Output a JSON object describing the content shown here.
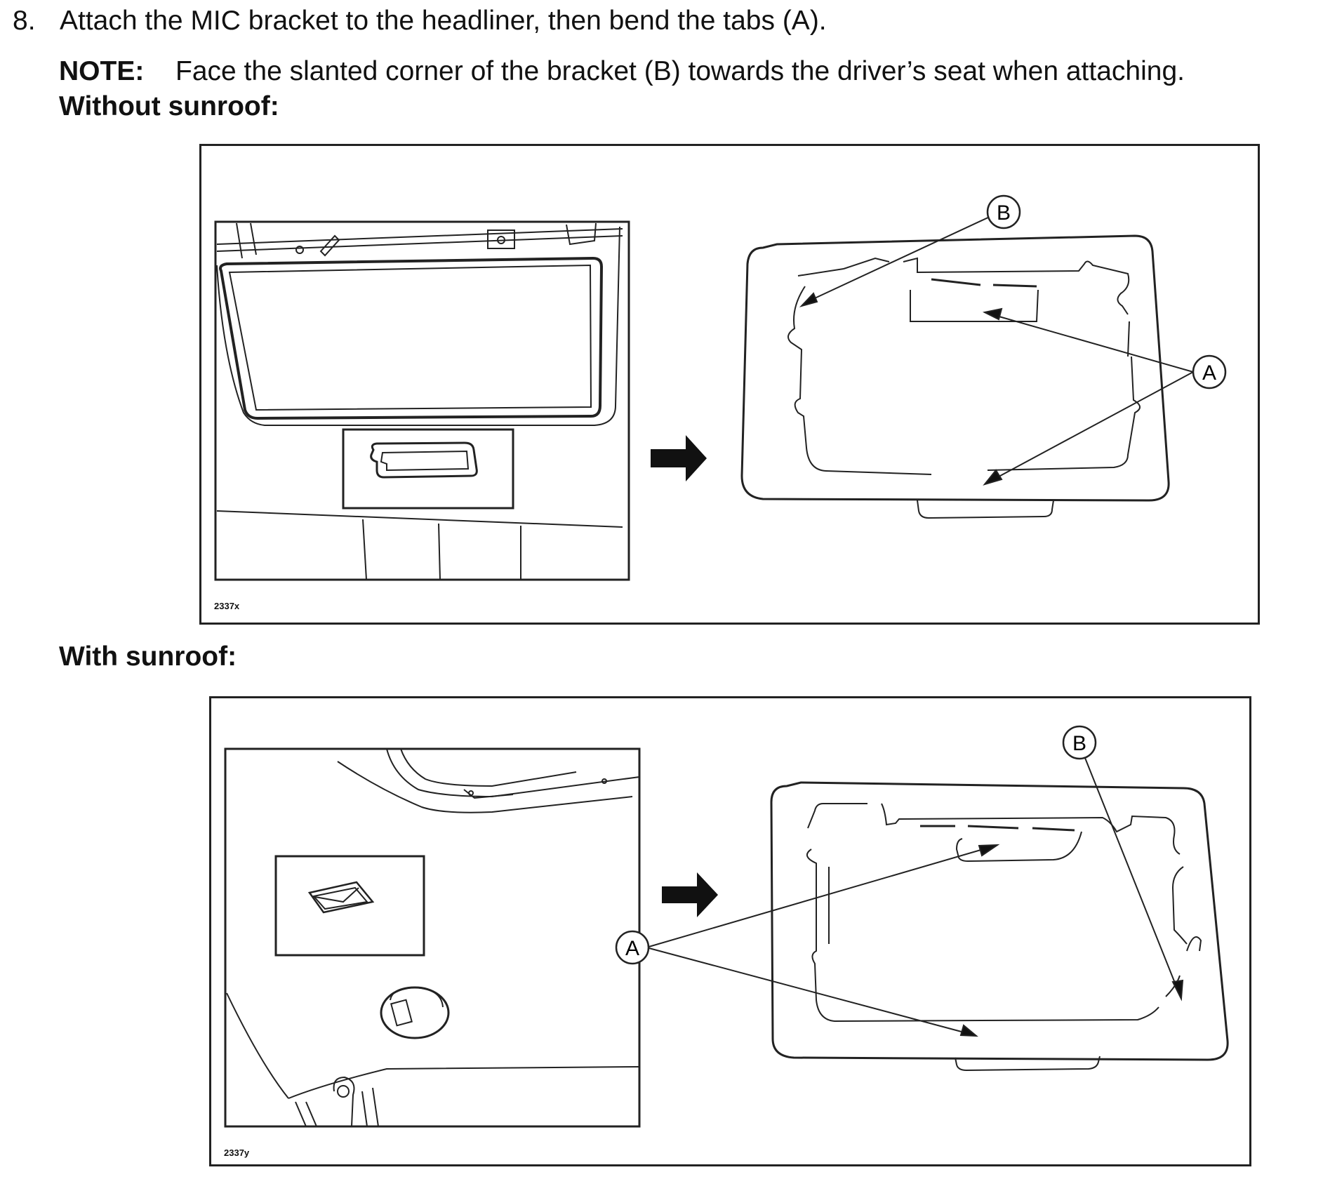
{
  "step": {
    "number": "8.",
    "text": "Attach the MIC bracket to the headliner, then bend the tabs (A)."
  },
  "note": {
    "label": "NOTE:",
    "text": "Face the slanted corner of the bracket (B) towards the driver’s seat when attaching."
  },
  "sections": [
    {
      "heading": "Without sunroof:",
      "figure_code": "2337x",
      "callouts": [
        "B",
        "A"
      ]
    },
    {
      "heading": "With sunroof:",
      "figure_code": "2337y",
      "callouts": [
        "B",
        "A"
      ]
    }
  ]
}
